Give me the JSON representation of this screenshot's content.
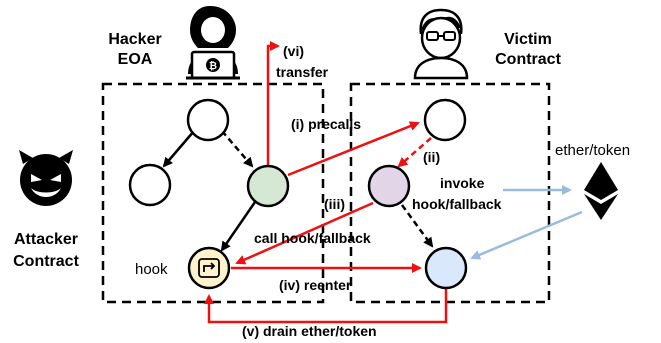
{
  "labels": {
    "hacker_line1": "Hacker",
    "hacker_line2": "EOA",
    "victim_line1": "Victim",
    "victim_line2": "Contract",
    "attacker_line1": "Attacker",
    "attacker_line2": "Contract",
    "hook": "hook",
    "ether_token": "ether/token",
    "invoke_line1": "invoke",
    "invoke_line2": "hook/fallback"
  },
  "steps": {
    "precalls": "(i) precalls",
    "ii": "(ii)",
    "iii": "(iii)",
    "call_hook": "call hook/fallback",
    "reenter": "(iv) reenter",
    "drain": "(v) drain ether/token",
    "vi": "(vi)",
    "transfer": "transfer"
  },
  "colors": {
    "attack_arrow": "#ee1111",
    "invoke_arrow": "#99bbdd",
    "green_node": "#d5e8d4",
    "purple_node": "#e1d5e7",
    "blue_node": "#dae8fc",
    "hook_node": "#fff2cc"
  },
  "icons": {
    "hacker": "hacker-icon",
    "victim": "person-icon",
    "attacker": "devil-icon",
    "ethereum": "ethereum-icon",
    "hook_symbol": "return-arrow-icon"
  }
}
